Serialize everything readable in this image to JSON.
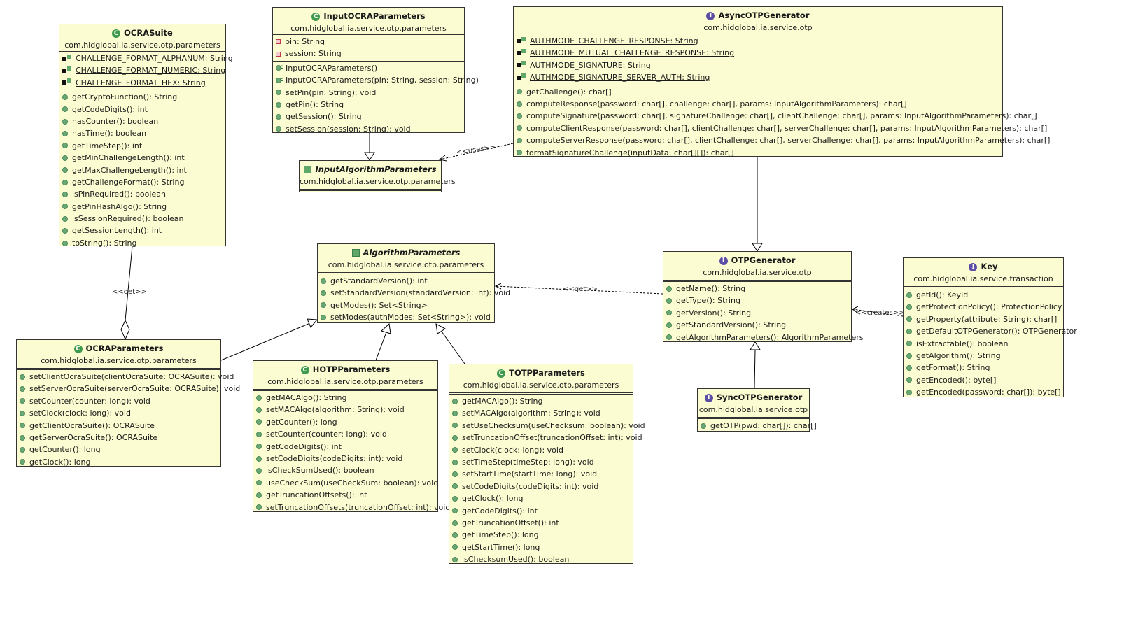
{
  "classes": {
    "ocra_suite": {
      "name": "OCRASuite",
      "kind": "class",
      "package": "com.hidglobal.ia.service.otp.parameters",
      "fields": [
        "CHALLENGE_FORMAT_ALPHANUM: String",
        "CHALLENGE_FORMAT_NUMERIC: String",
        "CHALLENGE_FORMAT_HEX: String"
      ],
      "methods": [
        "getCryptoFunction(): String",
        "getCodeDigits(): int",
        "hasCounter(): boolean",
        "hasTime(): boolean",
        "getTimeStep(): int",
        "getMinChallengeLength(): int",
        "getMaxChallengeLength(): int",
        "getChallengeFormat(): String",
        "isPinRequired(): boolean",
        "getPinHashAlgo(): String",
        "isSessionRequired(): boolean",
        "getSessionLength(): int",
        "toString(): String"
      ]
    },
    "input_ocra_parameters": {
      "name": "InputOCRAParameters",
      "kind": "class",
      "package": "com.hidglobal.ia.service.otp.parameters",
      "fields": [
        "pin: String",
        "session: String"
      ],
      "constructors": [
        "InputOCRAParameters()",
        "InputOCRAParameters(pin: String, session: String)"
      ],
      "methods": [
        "setPin(pin: String): void",
        "getPin(): String",
        "getSession(): String",
        "setSession(session: String): void"
      ]
    },
    "input_algorithm_parameters": {
      "name": "InputAlgorithmParameters",
      "kind": "abstract",
      "package": "com.hidglobal.ia.service.otp.parameters"
    },
    "async_otp_generator": {
      "name": "AsyncOTPGenerator",
      "kind": "interface",
      "package": "com.hidglobal.ia.service.otp",
      "fields": [
        "AUTHMODE_CHALLENGE_RESPONSE: String",
        "AUTHMODE_MUTUAL_CHALLENGE_RESPONSE: String",
        "AUTHMODE_SIGNATURE: String",
        "AUTHMODE_SIGNATURE_SERVER_AUTH: String"
      ],
      "methods": [
        "getChallenge(): char[]",
        "computeResponse(password: char[], challenge: char[], params: InputAlgorithmParameters): char[]",
        "computeSignature(password: char[], signatureChallenge: char[], clientChallenge: char[], params: InputAlgorithmParameters): char[]",
        "computeClientResponse(password: char[], clientChallenge: char[], serverChallenge: char[], params: InputAlgorithmParameters): char[]",
        "computeServerResponse(password: char[], clientChallenge: char[], serverChallenge: char[], params: InputAlgorithmParameters): char[]",
        "formatSignatureChallenge(inputData: char[][]): char[]"
      ]
    },
    "algorithm_parameters": {
      "name": "AlgorithmParameters",
      "kind": "abstract",
      "package": "com.hidglobal.ia.service.otp.parameters",
      "methods": [
        "getStandardVersion(): int",
        "setStandardVersion(standardVersion: int): void",
        "getModes(): Set<String>",
        "setModes(authModes: Set<String>): void"
      ]
    },
    "otp_generator": {
      "name": "OTPGenerator",
      "kind": "interface",
      "package": "com.hidglobal.ia.service.otp",
      "methods": [
        "getName(): String",
        "getType(): String",
        "getVersion(): String",
        "getStandardVersion(): String",
        "getAlgorithmParameters(): AlgorithmParameters"
      ]
    },
    "key": {
      "name": "Key",
      "kind": "interface",
      "package": "com.hidglobal.ia.service.transaction",
      "methods": [
        "getId(): KeyId",
        "getProtectionPolicy(): ProtectionPolicy",
        "getProperty(attribute: String): char[]",
        "getDefaultOTPGenerator(): OTPGenerator",
        "isExtractable(): boolean",
        "getAlgorithm(): String",
        "getFormat(): String",
        "getEncoded(): byte[]",
        "getEncoded(password: char[]): byte[]"
      ]
    },
    "ocra_parameters": {
      "name": "OCRAParameters",
      "kind": "class",
      "package": "com.hidglobal.ia.service.otp.parameters",
      "methods": [
        "setClientOcraSuite(clientOcraSuite: OCRASuite): void",
        "setServerOcraSuite(serverOcraSuite: OCRASuite): void",
        "setCounter(counter: long): void",
        "setClock(clock: long): void",
        "getClientOcraSuite(): OCRASuite",
        "getServerOcraSuite(): OCRASuite",
        "getCounter(): long",
        "getClock(): long"
      ]
    },
    "hotp_parameters": {
      "name": "HOTPParameters",
      "kind": "class",
      "package": "com.hidglobal.ia.service.otp.parameters",
      "methods": [
        "getMACAlgo(): String",
        "setMACAlgo(algorithm: String): void",
        "getCounter(): long",
        "setCounter(counter: long): void",
        "getCodeDigits(): int",
        "setCodeDigits(codeDigits: int): void",
        "isCheckSumUsed(): boolean",
        "useCheckSum(useCheckSum: boolean): void",
        "getTruncationOffsets(): int",
        "setTruncationOffsets(truncationOffset: int): void"
      ]
    },
    "totp_parameters": {
      "name": "TOTPParameters",
      "kind": "class",
      "package": "com.hidglobal.ia.service.otp.parameters",
      "methods": [
        "getMACAlgo(): String",
        "setMACAlgo(algorithm: String): void",
        "setUseChecksum(useChecksum: boolean): void",
        "setTruncationOffset(truncationOffset: int): void",
        "setClock(clock: long): void",
        "setTimeStep(timeStep: long): void",
        "setStartTime(startTime: long): void",
        "setCodeDigits(codeDigits: int): void",
        "getClock(): long",
        "getCodeDigits(): int",
        "getTruncationOffset(): int",
        "getTimeStep(): long",
        "getStartTime(): long",
        "isChecksumUsed(): boolean"
      ]
    },
    "sync_otp_generator": {
      "name": "SyncOTPGenerator",
      "kind": "interface",
      "package": "com.hidglobal.ia.service.otp",
      "methods": [
        "getOTP(pwd: char[]): char[]"
      ]
    }
  },
  "edge_labels": {
    "uses": "<<uses>>",
    "get_algo": "<<get>>",
    "get_ocra": "<<get>>",
    "creates": "<<creates>>"
  },
  "icons": {
    "class": "C",
    "interface": "I"
  }
}
